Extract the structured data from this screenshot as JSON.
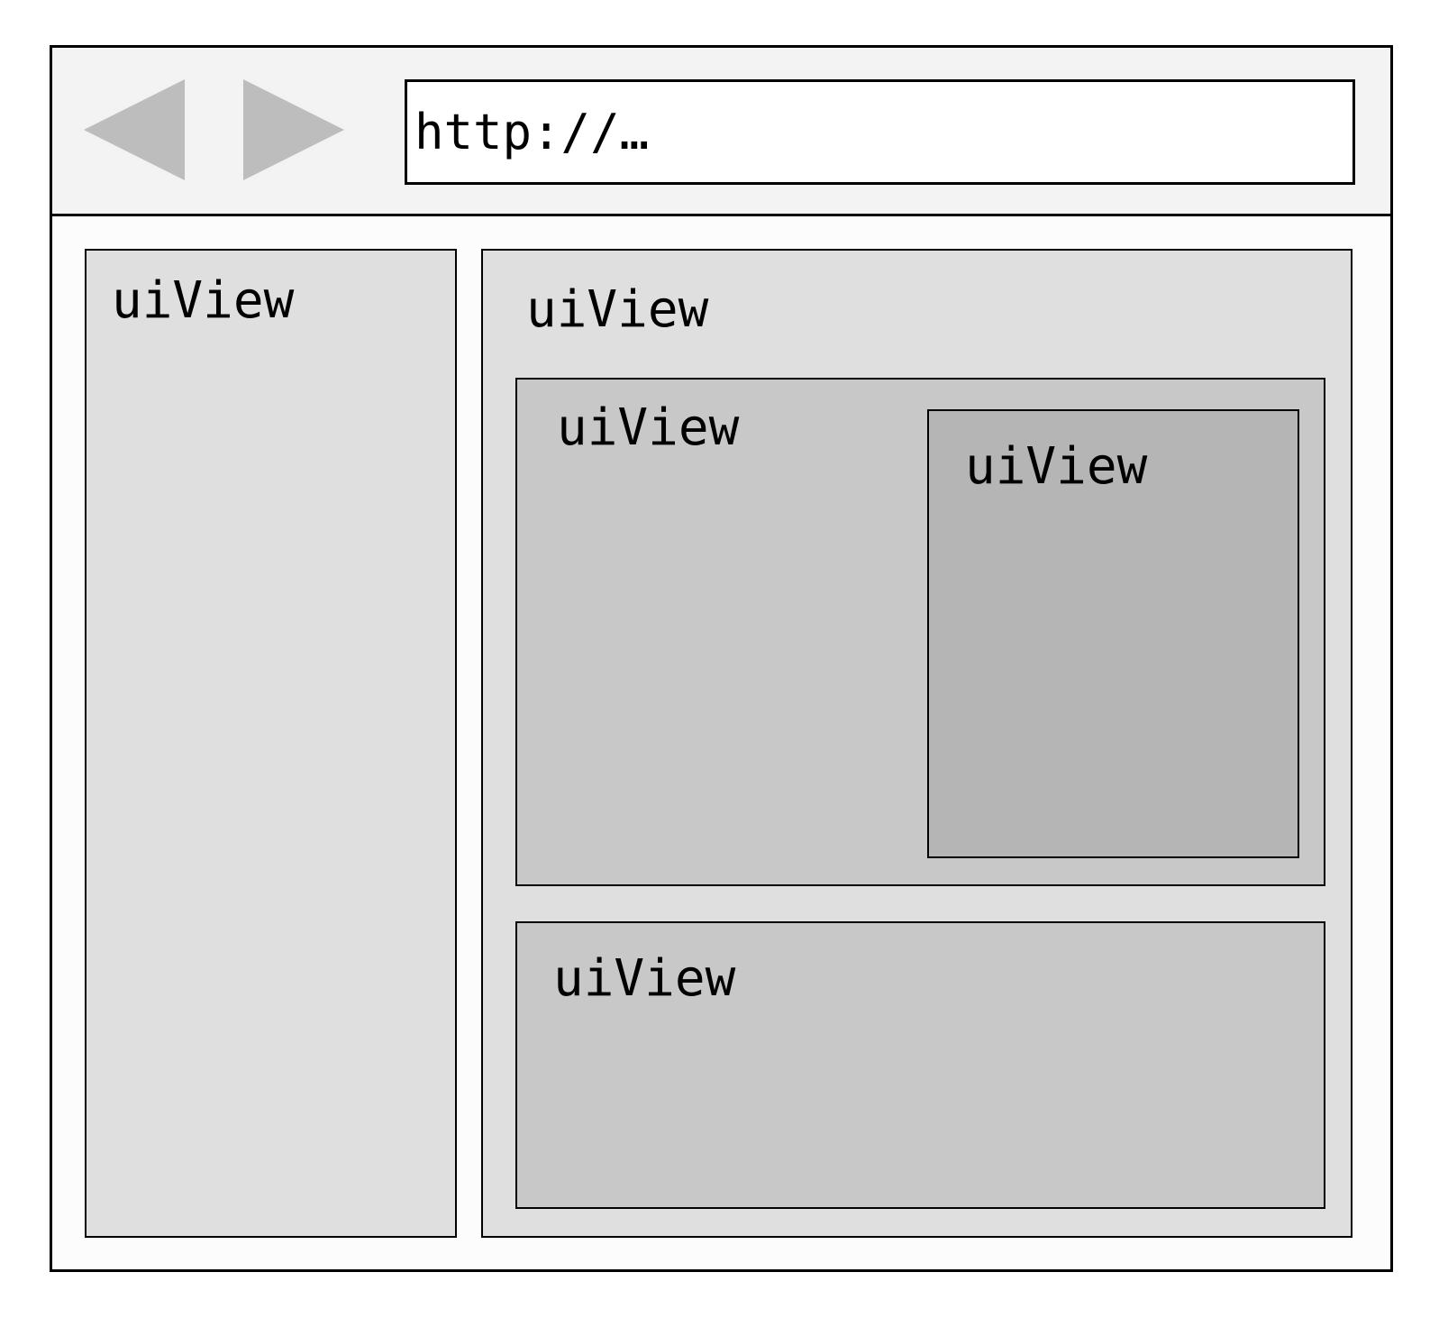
{
  "toolbar": {
    "address_value": "http://…",
    "back_icon": "back-arrow-icon",
    "forward_icon": "forward-arrow-icon",
    "arrow_color": "#bdbdbd"
  },
  "views": {
    "sidebar_label": "uiView",
    "main_label": "uiView",
    "content_label": "uiView",
    "nested_label": "uiView",
    "footer_label": "uiView"
  },
  "colors": {
    "border": "#000000",
    "window_bg": "#fcfcfc",
    "toolbar_bg": "#f3f3f3",
    "view_level_1": "#dfdfdf",
    "view_level_2": "#c8c8c8",
    "view_level_3": "#b5b5b5"
  }
}
